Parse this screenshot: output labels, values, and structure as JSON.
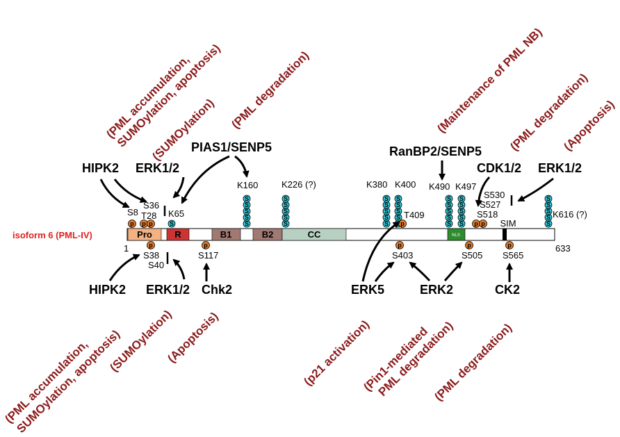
{
  "isoform_label": "isoform 6 (PML-IV)",
  "start": "1",
  "end": "633",
  "domains": {
    "pro": "Pro",
    "r": "R",
    "b1": "B1",
    "b2": "B2",
    "cc": "CC",
    "nls": "NLS",
    "sim": "SIM"
  },
  "domain_colors": {
    "pro": "#f4b183",
    "r": "#cc3333",
    "b1": "#a07a72",
    "b2": "#a07a72",
    "cc": "#b8d0c2",
    "nls": "#2e8b2e",
    "backbone": "#ffffff",
    "sumo": "#33ccdd",
    "phospho": "#e37b2a",
    "function": "#8b1a1a"
  },
  "kinases": {
    "hipk2_top": "HIPK2",
    "erk12_top": "ERK1/2",
    "pias1": "PIAS1/SENP5",
    "ranbp2": "RanBP2/SENP5",
    "cdk12": "CDK1/2",
    "erk12_right": "ERK1/2",
    "hipk2_bot": "HIPK2",
    "erk12_bot": "ERK1/2",
    "chk2": "Chk2",
    "erk5": "ERK5",
    "erk2": "ERK2",
    "ck2": "CK2"
  },
  "sites": {
    "s8": "S8",
    "s36": "S36",
    "t28": "T28",
    "k65": "K65",
    "k160": "K160",
    "k226": "K226 (?)",
    "k380": "K380",
    "k400": "K400",
    "t409": "T409",
    "k490": "K490",
    "k497": "K497",
    "s530": "S530",
    "s527": "S527",
    "s518": "S518",
    "k616": "K616 (?)",
    "s38": "S38",
    "s40": "S40",
    "s117": "S117",
    "s403": "S403",
    "s505": "S505",
    "s565": "S565"
  },
  "functions": {
    "f1a": "(PML accumulation,",
    "f1b": "SUMOylation, apoptosis)",
    "f2": "(SUMOylation)",
    "f3": "(PML degradation)",
    "f4": "(Maintenance of PML NB)",
    "f5": "(PML degradation)",
    "f6": "(Apoptosis)",
    "f7a": "(PML accumulation,",
    "f7b": "SUMOylation, apoptosis)",
    "f8": "(SUMOylation)",
    "f9": "(Apoptosis)",
    "f10": "(p21 activation)",
    "f11a": "(Pin1-mediated",
    "f11b": "PML degradation)",
    "f12": "(PML degradation)"
  },
  "marker_letters": {
    "sumo": "S",
    "phospho": "p"
  }
}
